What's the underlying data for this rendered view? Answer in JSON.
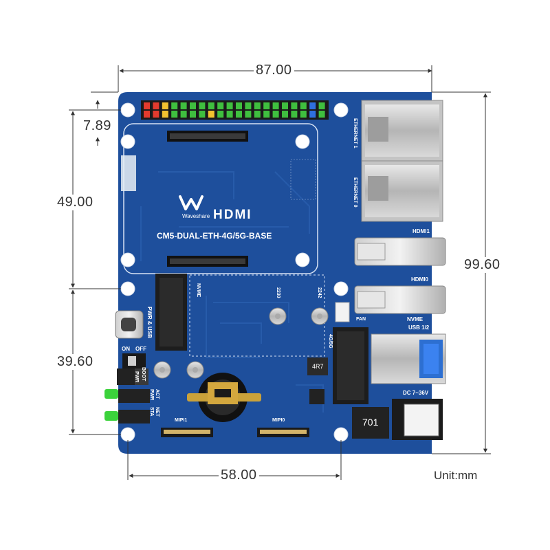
{
  "dimensions": {
    "width_total": "87.00",
    "height_total": "99.60",
    "top_offset": "7.89",
    "hole_spacing_upper": "49.00",
    "hole_spacing_lower": "39.60",
    "hole_spacing_horizontal": "58.00",
    "unit": "Unit:mm"
  },
  "board": {
    "model": "CM5-DUAL-ETH-4G/5G-BASE",
    "brand": "Waveshare",
    "hdmi_logo": "HDMI",
    "labels": {
      "ethernet1": "ETHERNET 1",
      "ethernet0": "ETHERNET 0",
      "hdmi1": "HDMI1",
      "hdmi0": "HDMI0",
      "nvme_usb": "NVME",
      "usb12": "USB 1/2",
      "dc": "DC 7~36V",
      "fan": "FAN",
      "nvme_slot": "NVME",
      "m2_2230": "2230",
      "m2_2242": "2242",
      "slot_4g5g": "4G/5G",
      "pwr_usb": "PWR & USB",
      "on": "ON",
      "off": "OFF",
      "boot": "BOOT",
      "pwr_btn": "PWR",
      "act": "ACT",
      "pwr_led": "PWR",
      "net": "NET",
      "sta": "STA",
      "mipi1": "MIPI1",
      "mipi0": "MIPI0",
      "inductor": "701",
      "chip_4r7": "4R7"
    }
  },
  "colors": {
    "board": "#1e4f9c",
    "board_dark": "#17427f",
    "silkscreen": "#ffffff",
    "dimension_line": "#333333"
  }
}
